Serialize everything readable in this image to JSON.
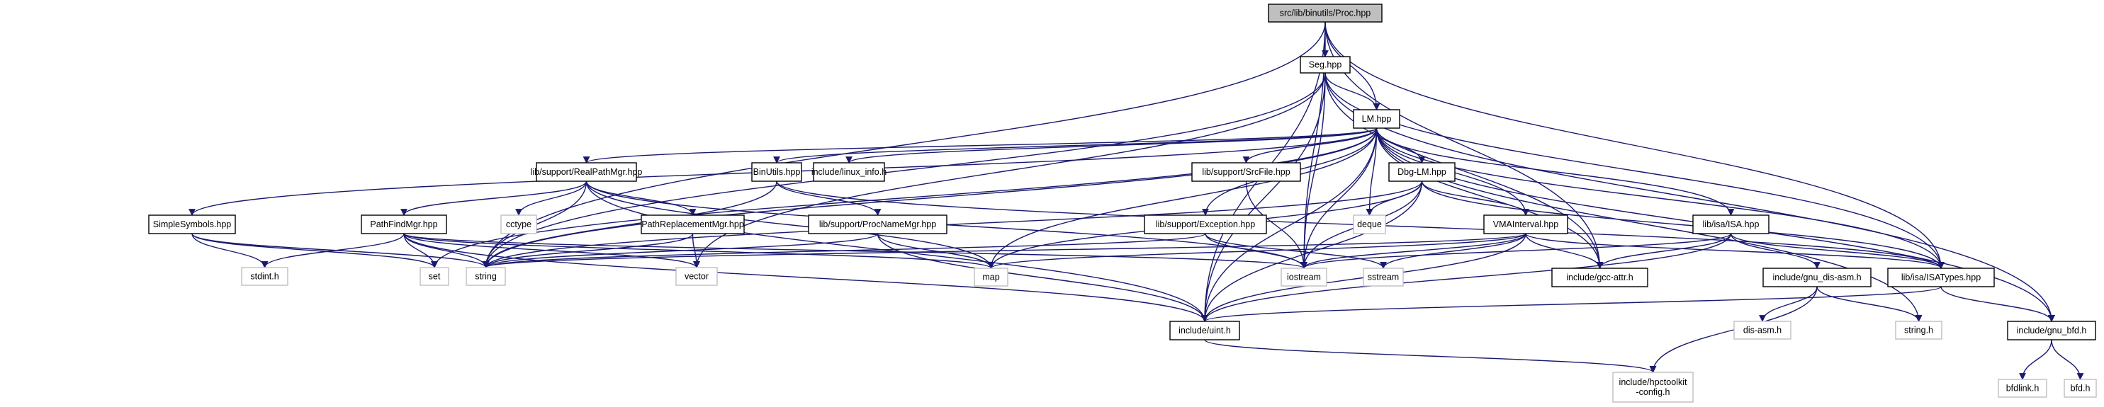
{
  "title": "src/lib/binutils/Proc.hpp",
  "graph_kind": "include dependency graph",
  "colors": {
    "edge": "#191970",
    "root_fill": "#bfbfbf",
    "local_border": "#000000",
    "system_border": "#bfbfbf"
  },
  "nodes": [
    {
      "id": "proc",
      "label": "src/lib/binutils/Proc.hpp",
      "kind": "root"
    },
    {
      "id": "seg",
      "label": "Seg.hpp",
      "kind": "local"
    },
    {
      "id": "lm",
      "label": "LM.hpp",
      "kind": "local"
    },
    {
      "id": "realpath",
      "label": "lib/support/RealPathMgr.hpp",
      "kind": "local"
    },
    {
      "id": "binutils",
      "label": "BinUtils.hpp",
      "kind": "local"
    },
    {
      "id": "linuxinfo",
      "label": "include/linux_info.h",
      "kind": "local"
    },
    {
      "id": "srcfile",
      "label": "lib/support/SrcFile.hpp",
      "kind": "local"
    },
    {
      "id": "dbglm",
      "label": "Dbg-LM.hpp",
      "kind": "local"
    },
    {
      "id": "simplesym",
      "label": "SimpleSymbols.hpp",
      "kind": "local"
    },
    {
      "id": "pathfind",
      "label": "PathFindMgr.hpp",
      "kind": "local"
    },
    {
      "id": "cctype",
      "label": "cctype",
      "kind": "system"
    },
    {
      "id": "pathrepl",
      "label": "PathReplacementMgr.hpp",
      "kind": "local"
    },
    {
      "id": "procname",
      "label": "lib/support/ProcNameMgr.hpp",
      "kind": "local"
    },
    {
      "id": "exception",
      "label": "lib/support/Exception.hpp",
      "kind": "local"
    },
    {
      "id": "deque",
      "label": "deque",
      "kind": "system"
    },
    {
      "id": "vmaint",
      "label": "VMAInterval.hpp",
      "kind": "local"
    },
    {
      "id": "isa",
      "label": "lib/isa/ISA.hpp",
      "kind": "local"
    },
    {
      "id": "stdint",
      "label": "stdint.h",
      "kind": "system"
    },
    {
      "id": "set",
      "label": "set",
      "kind": "system"
    },
    {
      "id": "string",
      "label": "string",
      "kind": "system"
    },
    {
      "id": "vector",
      "label": "vector",
      "kind": "system"
    },
    {
      "id": "map",
      "label": "map",
      "kind": "system"
    },
    {
      "id": "iostream",
      "label": "iostream",
      "kind": "system"
    },
    {
      "id": "sstream",
      "label": "sstream",
      "kind": "system"
    },
    {
      "id": "gccattr",
      "label": "include/gcc-attr.h",
      "kind": "local"
    },
    {
      "id": "gnudisasm",
      "label": "include/gnu_dis-asm.h",
      "kind": "local"
    },
    {
      "id": "isatypes",
      "label": "lib/isa/ISATypes.hpp",
      "kind": "local"
    },
    {
      "id": "uint",
      "label": "include/uint.h",
      "kind": "local"
    },
    {
      "id": "disasm",
      "label": "dis-asm.h",
      "kind": "system"
    },
    {
      "id": "stringh",
      "label": "string.h",
      "kind": "system"
    },
    {
      "id": "gnubfd",
      "label": "include/gnu_bfd.h",
      "kind": "local"
    },
    {
      "id": "hpctk",
      "label": "include/hpctoolkit\n-config.h",
      "kind": "system"
    },
    {
      "id": "bfdlink",
      "label": "bfdlink.h",
      "kind": "system"
    },
    {
      "id": "bfd",
      "label": "bfd.h",
      "kind": "system"
    }
  ],
  "edges": [
    [
      "proc",
      "seg"
    ],
    [
      "proc",
      "lm"
    ],
    [
      "proc",
      "string"
    ],
    [
      "proc",
      "iostream"
    ],
    [
      "proc",
      "uint"
    ],
    [
      "proc",
      "gccattr"
    ],
    [
      "proc",
      "isatypes"
    ],
    [
      "seg",
      "lm"
    ],
    [
      "seg",
      "string"
    ],
    [
      "seg",
      "vector"
    ],
    [
      "seg",
      "iostream"
    ],
    [
      "seg",
      "uint"
    ],
    [
      "seg",
      "isatypes"
    ],
    [
      "seg",
      "gnubfd"
    ],
    [
      "seg",
      "gccattr"
    ],
    [
      "lm",
      "realpath"
    ],
    [
      "lm",
      "binutils"
    ],
    [
      "lm",
      "linuxinfo"
    ],
    [
      "lm",
      "srcfile"
    ],
    [
      "lm",
      "dbglm"
    ],
    [
      "lm",
      "simplesym"
    ],
    [
      "lm",
      "exception"
    ],
    [
      "lm",
      "deque"
    ],
    [
      "lm",
      "vmaint"
    ],
    [
      "lm",
      "isa"
    ],
    [
      "lm",
      "map"
    ],
    [
      "lm",
      "set"
    ],
    [
      "lm",
      "string"
    ],
    [
      "lm",
      "iostream"
    ],
    [
      "lm",
      "uint"
    ],
    [
      "lm",
      "gccattr"
    ],
    [
      "lm",
      "isatypes"
    ],
    [
      "lm",
      "gnubfd"
    ],
    [
      "lm",
      "stringh"
    ],
    [
      "realpath",
      "pathfind"
    ],
    [
      "realpath",
      "cctype"
    ],
    [
      "realpath",
      "pathrepl"
    ],
    [
      "realpath",
      "string"
    ],
    [
      "realpath",
      "map"
    ],
    [
      "realpath",
      "iostream"
    ],
    [
      "realpath",
      "uint"
    ],
    [
      "binutils",
      "procname"
    ],
    [
      "binutils",
      "string"
    ],
    [
      "binutils",
      "isatypes"
    ],
    [
      "srcfile",
      "iostream"
    ],
    [
      "dbglm",
      "deque"
    ],
    [
      "dbglm",
      "map"
    ],
    [
      "dbglm",
      "iostream"
    ],
    [
      "dbglm",
      "string"
    ],
    [
      "dbglm",
      "vmaint"
    ],
    [
      "dbglm",
      "isatypes"
    ],
    [
      "dbglm",
      "uint"
    ],
    [
      "simplesym",
      "stdint"
    ],
    [
      "simplesym",
      "set"
    ],
    [
      "simplesym",
      "string"
    ],
    [
      "pathfind",
      "stdint"
    ],
    [
      "pathfind",
      "set"
    ],
    [
      "pathfind",
      "string"
    ],
    [
      "pathfind",
      "vector"
    ],
    [
      "pathfind",
      "iostream"
    ],
    [
      "pathfind",
      "uint"
    ],
    [
      "pathfind",
      "map"
    ],
    [
      "pathrepl",
      "string"
    ],
    [
      "pathrepl",
      "vector"
    ],
    [
      "procname",
      "string"
    ],
    [
      "procname",
      "map"
    ],
    [
      "procname",
      "uint"
    ],
    [
      "exception",
      "string"
    ],
    [
      "exception",
      "iostream"
    ],
    [
      "exception",
      "sstream"
    ],
    [
      "vmaint",
      "map"
    ],
    [
      "vmaint",
      "iostream"
    ],
    [
      "vmaint",
      "sstream"
    ],
    [
      "vmaint",
      "string"
    ],
    [
      "vmaint",
      "gccattr"
    ],
    [
      "vmaint",
      "uint"
    ],
    [
      "vmaint",
      "isatypes"
    ],
    [
      "isa",
      "gccattr"
    ],
    [
      "isa",
      "gnudisasm"
    ],
    [
      "isa",
      "isatypes"
    ],
    [
      "isa",
      "iostream"
    ],
    [
      "isa",
      "uint"
    ],
    [
      "gnudisasm",
      "disasm"
    ],
    [
      "gnudisasm",
      "stringh"
    ],
    [
      "gnudisasm",
      "hpctk"
    ],
    [
      "isatypes",
      "uint"
    ],
    [
      "isatypes",
      "gnubfd"
    ],
    [
      "uint",
      "hpctk"
    ],
    [
      "gnubfd",
      "bfdlink"
    ],
    [
      "gnubfd",
      "bfd"
    ]
  ]
}
